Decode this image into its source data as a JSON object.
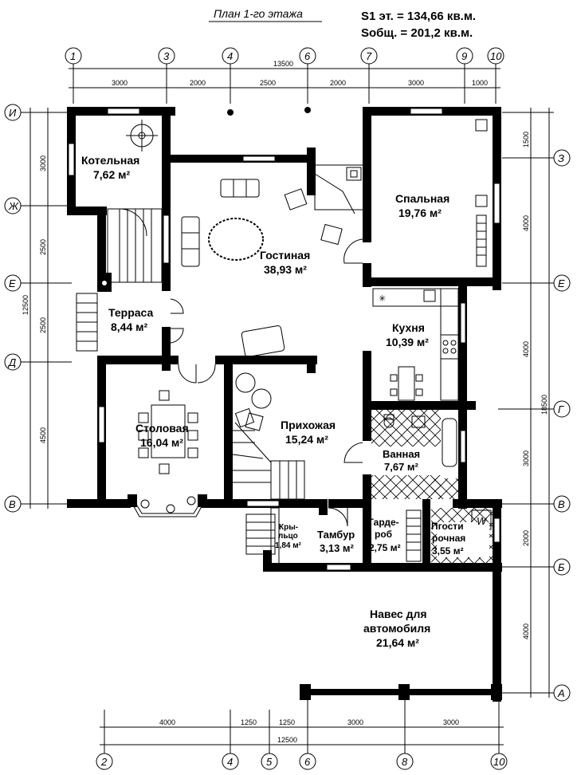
{
  "title": "План 1-го этажа",
  "area_floor": "S1 эт. = 134,66 кв.м.",
  "area_total": "Sобщ. = 201,2 кв.м.",
  "top_axes": [
    "1",
    "3",
    "4",
    "6",
    "7",
    "9",
    "10"
  ],
  "bottom_axes": [
    "2",
    "4",
    "5",
    "6",
    "8",
    "10"
  ],
  "left_axes": [
    "И",
    "Ж",
    "Е",
    "Д",
    "В"
  ],
  "right_axes": [
    "З",
    "Е",
    "Г",
    "В",
    "Б",
    "А"
  ],
  "top_dims": [
    "3000",
    "2000",
    "2500",
    "2000",
    "3000",
    "1000"
  ],
  "top_total": "13500",
  "bottom_dims": [
    "4000",
    "1250",
    "1250",
    "3000",
    "3000"
  ],
  "bottom_total": "12500",
  "left_dims": [
    "3000",
    "2500",
    "2500",
    "4500"
  ],
  "left_total": "12500",
  "right_dims": [
    "1500",
    "4000",
    "4000",
    "3000",
    "2000",
    "4000"
  ],
  "right_total": "18500",
  "rooms": {
    "boiler": {
      "name": "Котельная",
      "area": "7,62 м²"
    },
    "living": {
      "name": "Гостиная",
      "area": "38,93 м²"
    },
    "bedroom": {
      "name": "Спальная",
      "area": "19,76 м²"
    },
    "terrace": {
      "name": "Терраса",
      "area": "8,44 м²"
    },
    "kitchen": {
      "name": "Кухня",
      "area": "10,39 м²"
    },
    "dining": {
      "name": "Столовая",
      "area": "16,04 м²"
    },
    "hall": {
      "name": "Прихожая",
      "area": "15,24 м²"
    },
    "bath": {
      "name": "Ванная",
      "area": "7,67 м²"
    },
    "porch_l1": "Кры-",
    "porch_l2": "льцо",
    "porch_area": "1,84 м²",
    "vestibule": {
      "name": "Тамбур",
      "area": "3,13 м²"
    },
    "wardrobe_l1": "Гарде-",
    "wardrobe_l2": "роб",
    "wardrobe_area": "2,75 м²",
    "laundry_l1": "Пгости",
    "laundry_l2": "рочная",
    "laundry_area": "3,55 м²",
    "carport_l1": "Навес для",
    "carport_l2": "автомобиля",
    "carport_area": "21,64 м²"
  },
  "boiler_mark": "W"
}
